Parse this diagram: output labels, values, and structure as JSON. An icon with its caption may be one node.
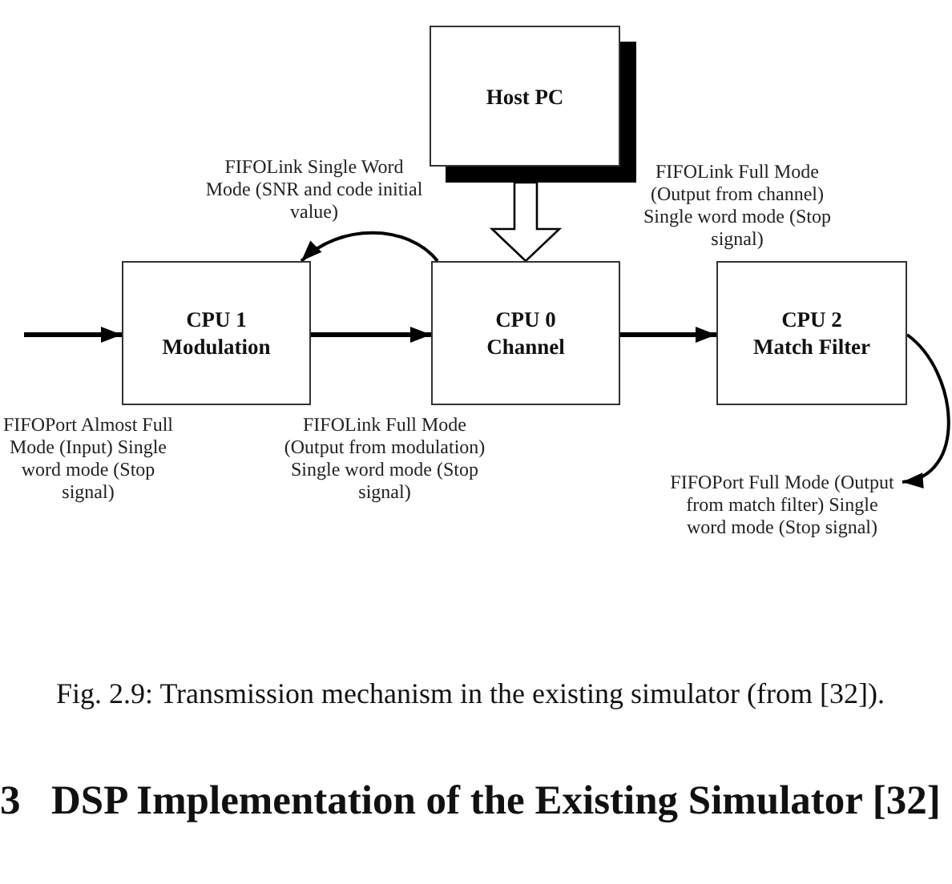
{
  "diagram": {
    "caption": "Fig. 2.9: Transmission mechanism in the existing simulator (from [32]).",
    "nodes": [
      {
        "text": [
          "Host PC"
        ]
      },
      {
        "text": [
          "CPU 1",
          "Modulation"
        ]
      },
      {
        "text": [
          "CPU 0",
          "Channel"
        ]
      },
      {
        "text": [
          "CPU 2",
          "Match Filter"
        ]
      },
      {
        "text": [
          "FIFOPort Full Mode (Output from match filter) Single word mode (Stop signal)"
        ]
      }
    ],
    "edges": [
      {
        "from": null,
        "to": 1,
        "arrow": "to",
        "label": "FIFOPort Almost Full Mode (Input) Single word mode (Stop signal)"
      },
      {
        "from": 1,
        "to": 2,
        "arrow": "to",
        "label": "FIFOLink Full Mode (Output from modulation) Single word mode (Stop signal)"
      },
      {
        "from": 2,
        "to": 1,
        "arrow": "to",
        "label": "FIFOLink Single Word Mode (SNR and code initial value)"
      },
      {
        "from": 2,
        "to": 3,
        "arrow": "to",
        "label": "FIFOLink Full Mode (Output from channel) Single word mode (Stop signal)"
      },
      {
        "from": 0,
        "to": 2,
        "arrow": "to",
        "style": "thick"
      },
      {
        "from": 3,
        "to": 4,
        "arrow": "to"
      }
    ],
    "labels": [
      "3",
      "DSP Implementation of the Existing Simulator [32]"
    ]
  }
}
